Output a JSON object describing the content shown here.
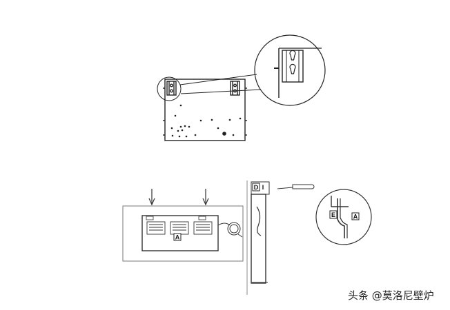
{
  "labels": {
    "panel_a": "A",
    "side_d": "D",
    "side_i": "I",
    "detail_e": "E",
    "detail_a": "A"
  },
  "watermark": "头条 @莫洛尼壁炉",
  "colors": {
    "line": "#222222",
    "light_line": "#777777",
    "background": "#ffffff"
  }
}
